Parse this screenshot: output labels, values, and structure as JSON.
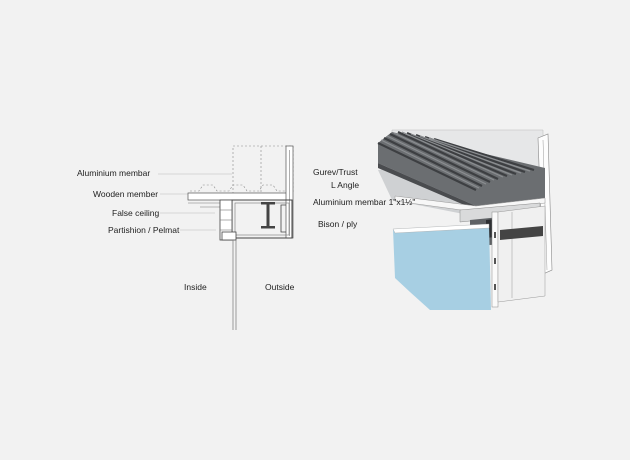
{
  "colors": {
    "background": "#f2f2f2",
    "line": "#555555",
    "roof_dark": "#5b5d60",
    "board_blue": "#a7cfe3",
    "frame_white": "#ffffff"
  },
  "section_labels": {
    "aluminium_membar": "Aluminium  membar",
    "wooden_member": "Wooden member",
    "false_ceiling": "False ceiling",
    "partition_pelmat": "Partishion / Pelmat",
    "gurev_trust": "Gurev/Trust",
    "l_angle": "L Angle",
    "aluminium_member_size": "Aluminium  membar 1\"x1½\"",
    "bison_ply": "Bison / ply",
    "inside": "Inside",
    "outside": "Outside"
  }
}
